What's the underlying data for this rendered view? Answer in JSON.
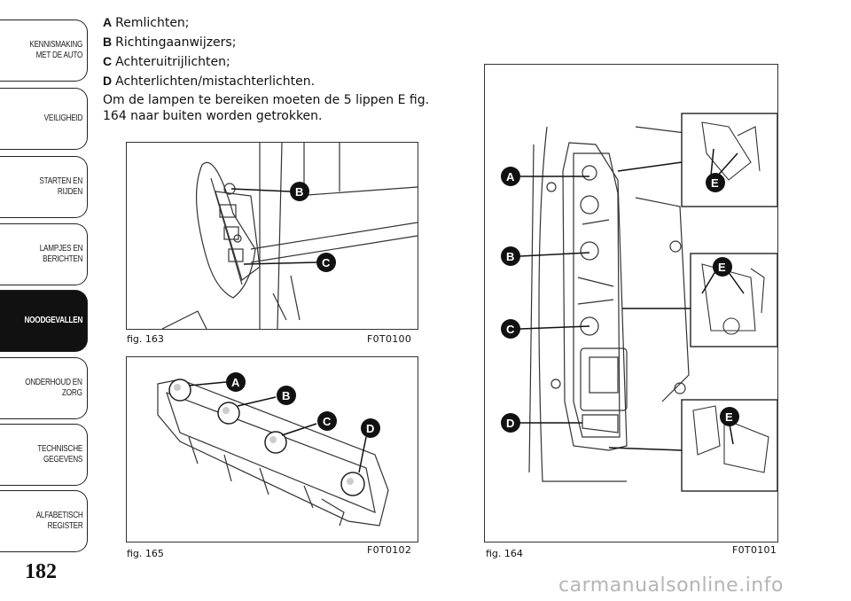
{
  "sidebar": {
    "tabs": [
      {
        "label": "KENNISMAKING\nMET DE AUTO",
        "active": false
      },
      {
        "label": "VEILIGHEID",
        "active": false
      },
      {
        "label": "STARTEN EN RIJDEN",
        "active": false
      },
      {
        "label": "LAMPJES EN\nBERICHTEN",
        "active": false
      },
      {
        "label": "NOODGEVALLEN",
        "active": true
      },
      {
        "label": "ONDERHOUD EN\nZORG",
        "active": false
      },
      {
        "label": "TECHNISCHE\nGEGEVENS",
        "active": false
      },
      {
        "label": "ALFABETISCH\nREGISTER",
        "active": false
      }
    ]
  },
  "page_number": "182",
  "body": {
    "items": [
      {
        "letter": "A",
        "text": "Remlichten;"
      },
      {
        "letter": "B",
        "text": "Richtingaanwijzers;"
      },
      {
        "letter": "C",
        "text": "Achteruitrijlichten;"
      },
      {
        "letter": "D",
        "text": "Achterlichten/mistachterlichten."
      }
    ],
    "paragraph": "Om de lampen te bereiken moeten de 5 lippen E fig. 164 naar buiten worden getrokken."
  },
  "figures": {
    "fig163": {
      "caption": "fig. 163",
      "code": "F0T0100",
      "labels": [
        "B",
        "C"
      ]
    },
    "fig165": {
      "caption": "fig. 165",
      "code": "F0T0102",
      "labels": [
        "A",
        "B",
        "C",
        "D"
      ]
    },
    "fig164": {
      "caption": "fig. 164",
      "code": "F0T0101",
      "labels": [
        "A",
        "B",
        "C",
        "D",
        "E",
        "E",
        "E"
      ]
    }
  },
  "watermark": "carmanualsonline.info"
}
